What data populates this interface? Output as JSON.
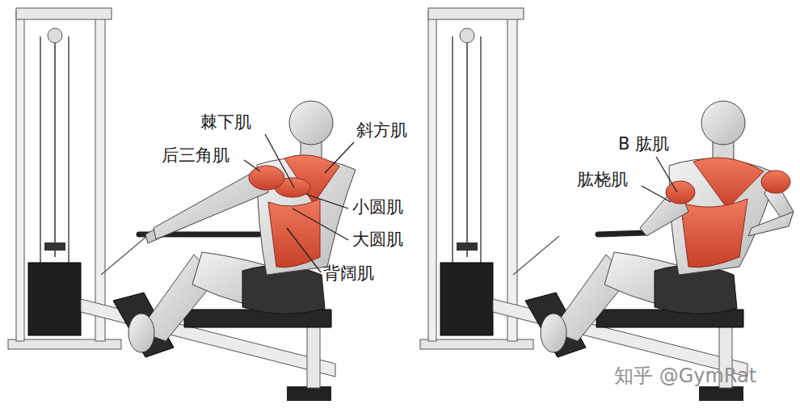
{
  "diagram": {
    "labels": [
      "棘下肌",
      "斜方肌",
      "后三角肌",
      "小圆肌",
      "大圆肌",
      "背阔肌",
      "B 肱肌",
      "肱桡肌",
      "知乎 @GymRat"
    ]
  }
}
